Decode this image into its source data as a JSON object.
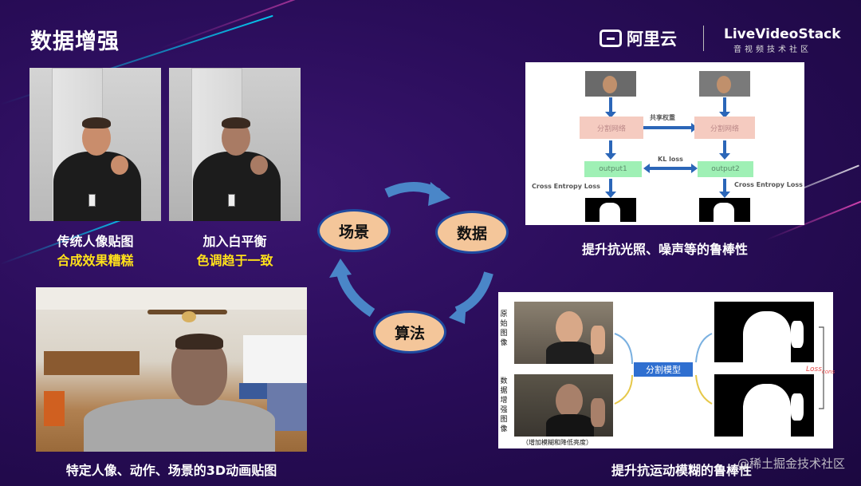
{
  "slide": {
    "title": "数据增强"
  },
  "logos": {
    "aliyun": "阿里云",
    "livevideostack": "LiveVideoStack",
    "livevideostack_sub": "音视频技术社区"
  },
  "left_photos": {
    "caption1_line1": "传统人像贴图",
    "caption1_line2": "合成效果糟糕",
    "caption2_line1": "加入白平衡",
    "caption2_line2": "色调趋于一致"
  },
  "bottom_left": {
    "caption": "特定人像、动作、场景的3D动画贴图"
  },
  "cycle": {
    "node_scene": "场景",
    "node_data": "数据",
    "node_algorithm": "算法"
  },
  "diagram_top": {
    "box_seg_left": "分割网络",
    "box_seg_right": "分割网络",
    "shared_weights": "共享权重",
    "output1": "output1",
    "output2": "output2",
    "kl_loss": "KL loss",
    "ce_left": "Cross Entropy Loss",
    "ce_right": "Cross Entropy Loss",
    "caption": "提升抗光照、噪声等的鲁棒性"
  },
  "diagram_bottom": {
    "label_original": "原始图像",
    "label_augmented": "数据增强图像",
    "model_label": "分割模型",
    "note": "（增加模糊和降低亮度）",
    "loss_label": "Loss",
    "loss_sub": "cons",
    "caption": "提升抗运动模糊的鲁棒性"
  },
  "watermark": "@稀土掘金技术社区",
  "colors": {
    "background": "#2a0d5a",
    "accent_yellow": "#ffe11a",
    "node_fill": "#f4c69a",
    "node_border": "#1f4aa0",
    "arrow_blue": "#4a86c8"
  }
}
